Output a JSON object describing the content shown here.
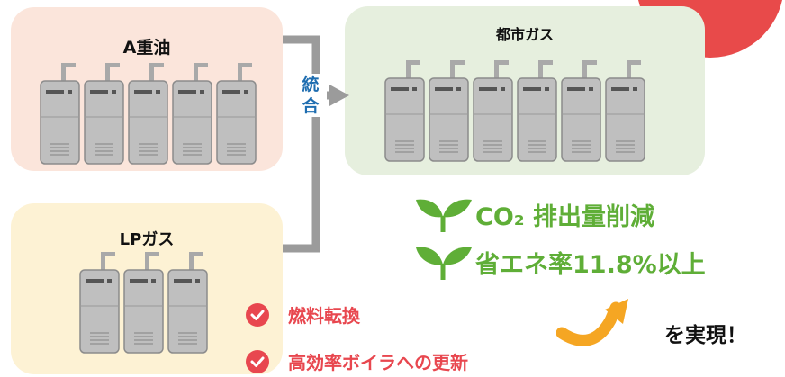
{
  "groups": {
    "a_oil": {
      "label": "A重油",
      "boiler_count": 5
    },
    "lpg": {
      "label": "LPガス",
      "boiler_count": 3
    },
    "city_gas": {
      "label": "都市ガス",
      "boiler_count": 6
    }
  },
  "merge_label": "統合",
  "merits": [
    {
      "label": "CO₂ 排出量削減",
      "icon": "sprout-icon"
    },
    {
      "label": "省エネ率11.8%以上",
      "icon": "sprout-icon"
    }
  ],
  "measures": [
    {
      "label": "燃料転換",
      "icon": "check-icon"
    },
    {
      "label": "高効率ボイラへの更新",
      "icon": "check-icon"
    }
  ],
  "result_label": "を実現！",
  "colors": {
    "a_oil_bg": "#fbe5db",
    "lpg_bg": "#fdf2d4",
    "city_gas_bg": "#e6efde",
    "merge_text": "#1e6db0",
    "merit_green": "#5fae37",
    "measure_red": "#e8474f",
    "arrow_orange": "#f5a623",
    "badge_red": "#e84a4a"
  }
}
